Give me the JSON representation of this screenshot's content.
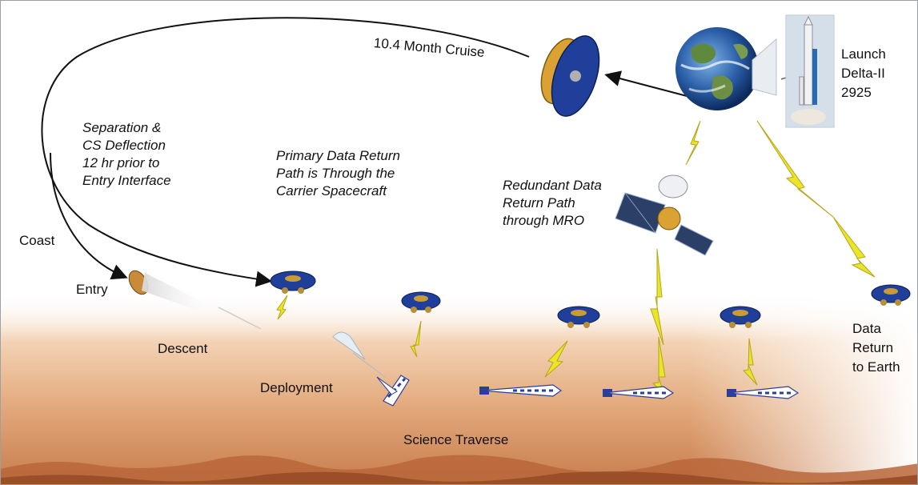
{
  "labels": {
    "cruise": "10.4 Month Cruise",
    "launch": "Launch\nDelta-II\n2925",
    "separation": "Separation &\nCS Deflection\n12 hr prior to\nEntry Interface",
    "primary_path": "Primary Data Return\nPath is Through the\nCarrier Spacecraft",
    "redundant_path": "Redundant Data\nReturn Path\nthrough MRO",
    "coast": "Coast",
    "entry": "Entry",
    "descent": "Descent",
    "deployment": "Deployment",
    "science_traverse": "Science Traverse",
    "data_return": "Data\nReturn\nto Earth"
  },
  "colors": {
    "spacecraft_blue": "#1f3f9a",
    "spacecraft_gold": "#d9a233",
    "lightning": "#e8e52a",
    "mars_ground": "#d89a6a",
    "earth_ocean": "#2a5fa8",
    "earth_land": "#5f8a3e"
  },
  "icons": [
    "earth-icon",
    "rocket-icon",
    "carrier-spacecraft-icon",
    "mro-satellite-icon",
    "entry-capsule-icon",
    "parachute-icon",
    "lander-icon",
    "aircraft-icon",
    "lightning-icon"
  ]
}
